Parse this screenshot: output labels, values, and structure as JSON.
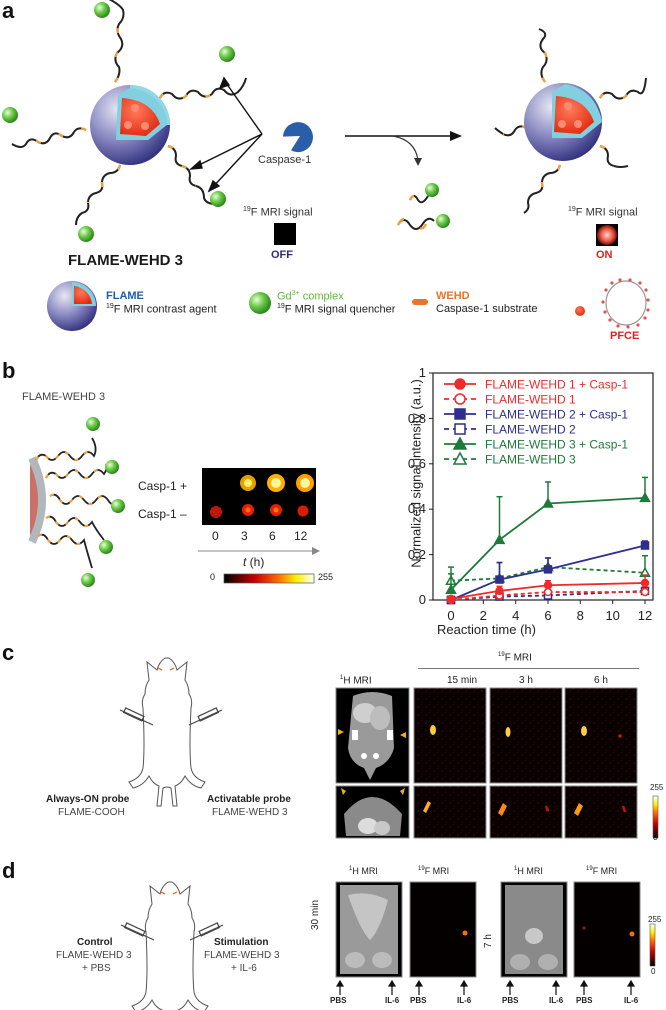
{
  "panel_a": {
    "letter": "a",
    "probe_name": "FLAME-WEHD 3",
    "enzyme_label": "Caspase-1",
    "signal_label_off": "19F MRI signal",
    "signal_label_on": "19F MRI signal",
    "sup_19": "19",
    "signal_text_rest": "F MRI signal",
    "off_label": "OFF",
    "on_label": "ON",
    "legend": {
      "flame_title": "FLAME",
      "flame_desc_sup": "19",
      "flame_desc": "F MRI contrast agent",
      "gd_title": "Gd",
      "gd_sup": "3+",
      "gd_title_rest": " complex",
      "gd_desc_sup": "19",
      "gd_desc": "F MRI signal quencher",
      "wehd_title": "WEHD",
      "wehd_desc": "Caspase-1 substrate",
      "pfce_label": "PFCE"
    },
    "colors": {
      "flame_blue": "#1a5ea8",
      "gd_green": "#5fb83a",
      "wehd_orange": "#e8752a",
      "off_navy": "#2b2f7a",
      "on_red": "#e02020",
      "pfce_red": "#e02020"
    }
  },
  "panel_b": {
    "letter": "b",
    "title": "FLAME-WEHD 3",
    "row_plus": "Casp-1 +",
    "row_minus": "Casp-1 –",
    "time_ticks": [
      "0",
      "3",
      "6",
      "12"
    ],
    "time_axis_label_t": "t",
    "time_axis_label_rest": " (h)",
    "colorbar_min": "0",
    "colorbar_max": "255"
  },
  "chart_data": {
    "type": "line",
    "title": "",
    "xlabel": "Reaction time (h)",
    "ylabel": "Normalized signal intensity (a.u.)",
    "x": [
      0,
      3,
      6,
      12
    ],
    "xticks": [
      "0",
      "2",
      "4",
      "6",
      "8",
      "10",
      "12"
    ],
    "yticks": [
      "0",
      "0.2",
      "0.4",
      "0.6",
      "0.8",
      "1"
    ],
    "xlim": [
      0,
      12
    ],
    "ylim": [
      0,
      1
    ],
    "legend_position": "upper-left-inside",
    "series": [
      {
        "name": "FLAME-WEHD 1 + Casp-1",
        "color": "#ee2b2b",
        "style": "solid",
        "marker": "filled-circle",
        "values": [
          0.005,
          0.04,
          0.065,
          0.075
        ],
        "err": [
          0.005,
          0.02,
          0.02,
          0.035
        ]
      },
      {
        "name": "FLAME-WEHD 1",
        "color": "#ee2b2b",
        "style": "dashed",
        "marker": "open-circle",
        "values": [
          0.0,
          0.02,
          0.035,
          0.035
        ],
        "err": [
          0.005,
          0.005,
          0.01,
          0.01
        ]
      },
      {
        "name": "FLAME-WEHD 2 + Casp-1",
        "color": "#2e2f8c",
        "style": "solid",
        "marker": "filled-square",
        "values": [
          0.0,
          0.09,
          0.135,
          0.24
        ],
        "err": [
          0.005,
          0.075,
          0.05,
          0.02
        ]
      },
      {
        "name": "FLAME-WEHD 2",
        "color": "#2e2f8c",
        "style": "dashed",
        "marker": "open-square",
        "values": [
          0.0,
          0.015,
          0.02,
          0.04
        ],
        "err": [
          0.005,
          0.005,
          0.02,
          0.01
        ]
      },
      {
        "name": "FLAME-WEHD 3 + Casp-1",
        "color": "#1e7a3a",
        "style": "solid",
        "marker": "filled-triangle",
        "values": [
          0.045,
          0.265,
          0.425,
          0.45
        ],
        "err": [
          0.1,
          0.19,
          0.095,
          0.09
        ]
      },
      {
        "name": "FLAME-WEHD 3",
        "color": "#1e7a3a",
        "style": "dashed",
        "marker": "open-triangle",
        "values": [
          0.085,
          0.095,
          0.145,
          0.12
        ],
        "err": [
          0.03,
          0.07,
          0.04,
          0.075
        ]
      }
    ]
  },
  "panel_c": {
    "letter": "c",
    "left_title": "Always-ON probe",
    "left_sub": "FLAME-COOH",
    "right_title": "Activatable probe",
    "right_sub": "FLAME-WEHD 3",
    "h_mri_sup": "1",
    "h_mri": "H MRI",
    "f_mri_sup": "19",
    "f_mri": "F MRI",
    "times": [
      "15 min",
      "3 h",
      "6 h"
    ],
    "colorbar_max": "255",
    "colorbar_min": "0"
  },
  "panel_d": {
    "letter": "d",
    "left_title": "Control",
    "left_sub1": "FLAME-WEHD 3",
    "left_sub2": "+ PBS",
    "right_title": "Stimulation",
    "right_sub1": "FLAME-WEHD 3",
    "right_sub2": "+ IL-6",
    "h_mri_sup": "1",
    "h_mri": "H MRI",
    "f_mri_sup": "19",
    "f_mri": "F MRI",
    "time_left": "30 min",
    "time_right": "7 h",
    "arrow_labels": [
      "PBS",
      "IL-6",
      "PBS",
      "IL-6",
      "PBS",
      "IL-6",
      "PBS",
      "IL-6"
    ],
    "colorbar_max": "255",
    "colorbar_min": "0"
  }
}
